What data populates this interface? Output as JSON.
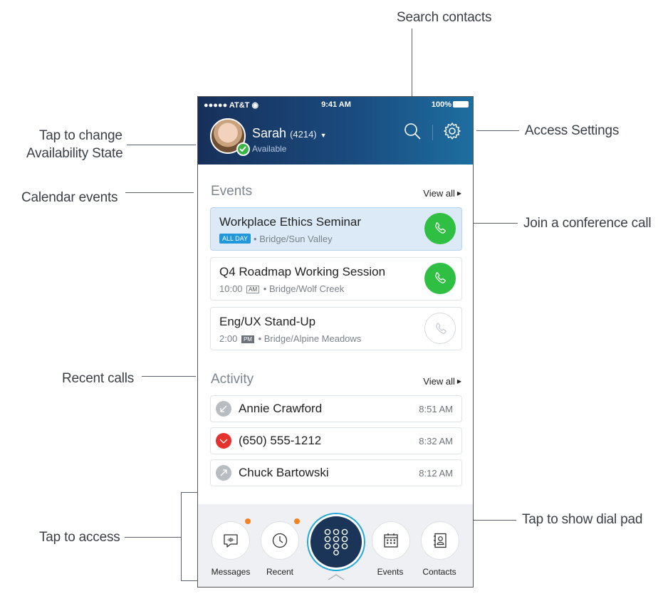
{
  "callouts": {
    "search_contacts": "Search contacts",
    "availability": "Tap to change\nAvailability State",
    "availability_line1": "Tap to change",
    "availability_line2": "Availability State",
    "access_settings": "Access Settings",
    "calendar_events": "Calendar  events",
    "join_conference": "Join a conference call",
    "recent_calls": "Recent  calls",
    "tap_to_access": "Tap to access",
    "dial_pad": "Tap to show dial pad"
  },
  "status_bar": {
    "carrier": "●●●●● AT&T",
    "time": "9:41 AM",
    "battery": "100%"
  },
  "user": {
    "name": "Sarah",
    "extension": "(4214)",
    "state": "Available",
    "state_color": "#3cb54a"
  },
  "events": {
    "title": "Events",
    "view_all": "View all",
    "items": [
      {
        "title": "Workplace Ethics Seminar",
        "time": "",
        "badge": "ALL DAY",
        "location": "Bridge/Sun Valley",
        "joinable": true
      },
      {
        "title": "Q4 Roadmap Working Session",
        "time": "10:00",
        "badge": "AM",
        "location": "Bridge/Wolf Creek",
        "joinable": true
      },
      {
        "title": "Eng/UX Stand-Up",
        "time": "2:00",
        "badge": "PM",
        "location": "Bridge/Alpine Meadows",
        "joinable": false
      }
    ]
  },
  "activity": {
    "title": "Activity",
    "view_all": "View all",
    "items": [
      {
        "name": "Annie Crawford",
        "time": "8:51 AM",
        "type": "incoming"
      },
      {
        "name": "(650) 555-1212",
        "time": "8:32 AM",
        "type": "missed"
      },
      {
        "name": "Chuck Bartowski",
        "time": "8:12 AM",
        "type": "outgoing"
      }
    ]
  },
  "tabbar": {
    "messages": "Messages",
    "recent": "Recent",
    "events": "Events",
    "contacts": "Contacts",
    "notification_color": "#f58220",
    "dialpad_color": "#1b3559"
  },
  "colors": {
    "call_green": "#2fbf43",
    "missed_red": "#e5322d",
    "allday_blue": "#2198dc"
  }
}
